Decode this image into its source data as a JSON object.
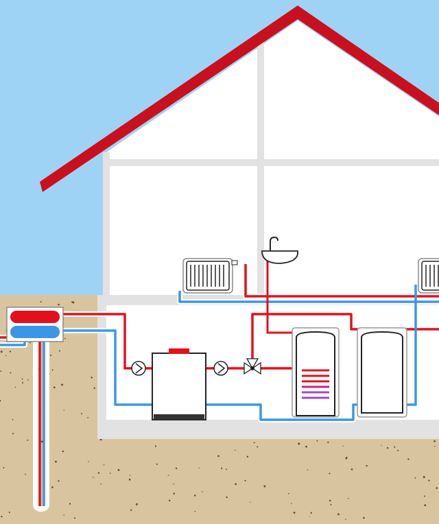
{
  "colors": {
    "sky": "#9fd3f5",
    "roof": "#c8101e",
    "wall": "#ffffff",
    "frame": "#e2e2e2",
    "ground": "#d9c4a0",
    "hot_pipe": "#e3101c",
    "cold_pipe": "#3b96e6",
    "coil_hot": "#e3101c",
    "coil_cold": "#a845c2"
  },
  "components": {
    "roof": "roof",
    "ground_heat_collector": "collector-box",
    "borehole_probe": "u-tube-probe",
    "heat_pump": "heat-pump-unit",
    "circulation_pumps": [
      "pump-icon",
      "pump-icon"
    ],
    "mixing_valve": "three-way-valve-icon",
    "hot_water_cylinder": "dhw-tank-with-coil",
    "buffer_tank": "buffer-tank",
    "radiators": [
      "radiator-icon",
      "radiator-icon"
    ],
    "sink": "washbasin-icon"
  }
}
